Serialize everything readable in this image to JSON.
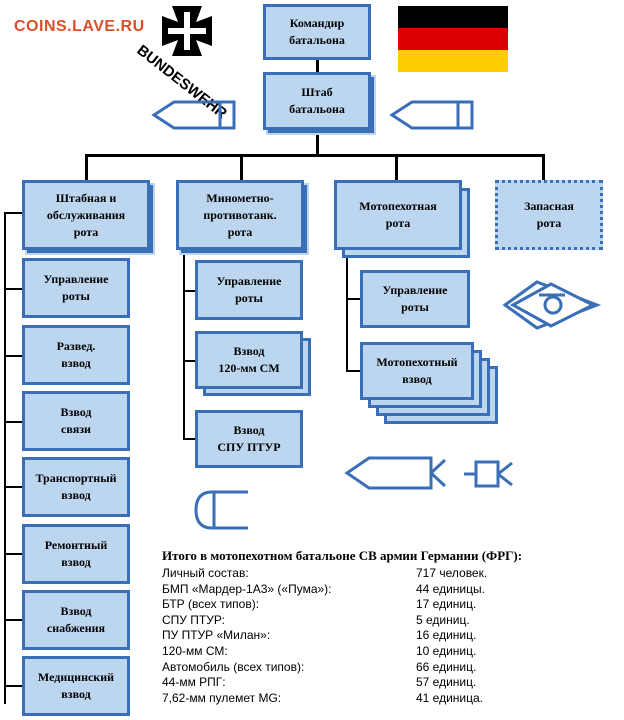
{
  "watermark": "COINS.LAVE.RU",
  "logo": {
    "text": "BUNDESWEHR",
    "icon": "iron-cross-icon"
  },
  "flag": {
    "colors": [
      "#000000",
      "#dd0000",
      "#ffce00"
    ]
  },
  "colors": {
    "box_fill": "#bcd6f0",
    "box_border": "#3a6fb8"
  },
  "nodes": {
    "commander": "Командир\nбатальона",
    "hq": "Штаб\nбатальона",
    "hq_company": "Штабная и\nобслуживания\nрота",
    "mortar_company": "Минометно-\nпротивотанк.\nрота",
    "infantry_company": "Мотопехотная\nрота",
    "reserve_company": "Запасная\nрота",
    "hq_platoons": [
      "Управление\nроты",
      "Развед.\nвзвод",
      "Взвод\nсвязи",
      "Транспортный\nвзвод",
      "Ремонтный\nвзвод",
      "Взвод\nснабжения",
      "Медицинский\nвзвод"
    ],
    "mortar_platoons": [
      "Управление\nроты",
      "Взвод\n120-мм СМ",
      "Взвод\nСПУ ПТУР"
    ],
    "infantry_platoons": [
      "Управление\nроты",
      "Мотопехотный\nвзвод"
    ]
  },
  "summary": {
    "title": "Итого в мотопехотном батальоне СВ армии Германии (ФРГ):",
    "rows": [
      {
        "label": "Личный состав:",
        "value": "717 человек."
      },
      {
        "label": "БМП «Мардер-1А3» («Пума»):",
        "value": "44 единицы."
      },
      {
        "label": "БТР (всех типов):",
        "value": "17 единиц."
      },
      {
        "label": "СПУ ПТУР:",
        "value": "5 единиц."
      },
      {
        "label": "ПУ ПТУР «Милан»:",
        "value": "16 единиц."
      },
      {
        "label": "120-мм СМ:",
        "value": "10 единиц."
      },
      {
        "label": "Автомобиль (всех типов):",
        "value": "66 единиц."
      },
      {
        "label": "44-мм РПГ:",
        "value": "57 единиц."
      },
      {
        "label": "7,62-мм пулемет MG:",
        "value": "41 единица."
      }
    ]
  }
}
